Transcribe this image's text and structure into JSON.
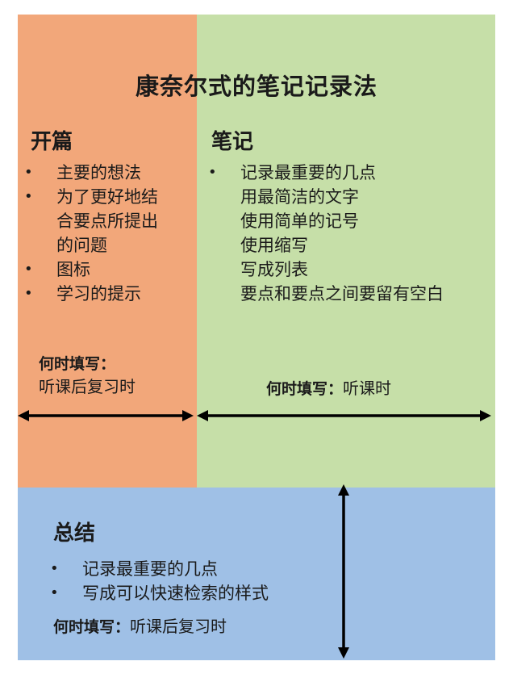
{
  "title": "康奈尔式的笔记记录法",
  "cue": {
    "heading": "开篇",
    "items": [
      "主要的想法",
      "为了更好地结合要点所提出的问题",
      "图标",
      "学习的提示"
    ],
    "item_lines": [
      "为了更好地结",
      "合要点所提出",
      "的问题"
    ],
    "when_label": "何时填写：",
    "when_value": "听课后复习时"
  },
  "notes": {
    "heading": "笔记",
    "items": [
      "记录最重要的几点",
      "用最简洁的文字",
      "使用简单的记号",
      "使用缩写",
      "写成列表",
      "要点和要点之间要留有空白"
    ],
    "when_label": "何时填写：",
    "when_value": "听课时"
  },
  "summary": {
    "heading": "总结",
    "items": [
      "记录最重要的几点",
      "写成可以快速检索的样式"
    ],
    "when_label": "何时填写：",
    "when_value": "听课后复习时"
  },
  "colors": {
    "cue_bg": "#f2a77a",
    "notes_bg": "#c6dfa8",
    "summary_bg": "#9fc0e6"
  }
}
